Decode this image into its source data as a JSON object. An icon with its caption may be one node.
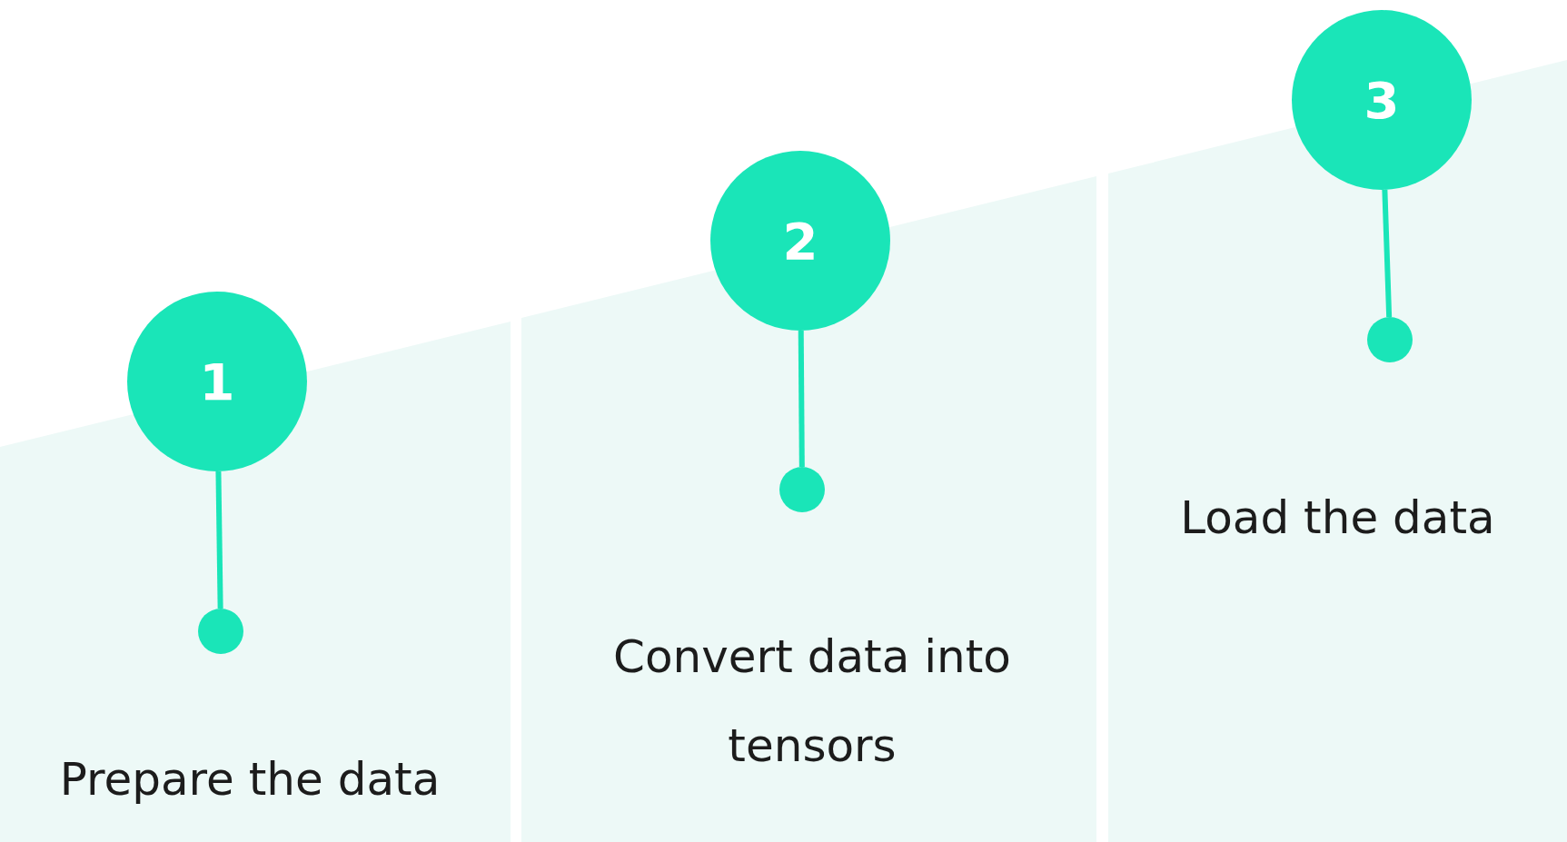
{
  "diagram": {
    "nodes": [
      {
        "text": [
          "Prepare the data"
        ]
      },
      {
        "text": [
          "1"
        ]
      },
      {
        "text": [],
        "shape": "circle",
        "in": 0
      },
      {
        "text": [
          "Convert data into tensors"
        ]
      },
      {
        "text": [
          "2"
        ]
      },
      {
        "text": [],
        "shape": "circle",
        "in": 3
      },
      {
        "text": [
          "Load the data"
        ]
      },
      {
        "text": [
          "3"
        ]
      },
      {
        "text": [],
        "shape": "circle",
        "in": 6
      }
    ],
    "edges": [
      {
        "from": 1,
        "to": 2,
        "arrow": "none"
      },
      {
        "from": 4,
        "to": 5,
        "arrow": "none"
      },
      {
        "from": 7,
        "to": 8,
        "arrow": "none"
      }
    ]
  }
}
